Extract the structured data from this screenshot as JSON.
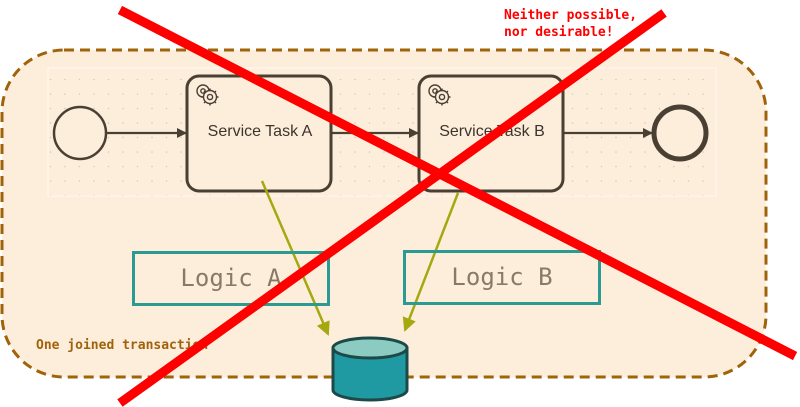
{
  "annotation": {
    "note_line1": "Neither possible,",
    "note_line2": "nor desirable!",
    "note_color": "#ff0000"
  },
  "transaction": {
    "label": "One joined transaction",
    "border_color": "#a0620a",
    "fill_color": "#fdeedc"
  },
  "process": {
    "start_event": "start-event",
    "tasks": [
      {
        "label": "Service Task A",
        "icon": "gears-icon"
      },
      {
        "label": "Service Task B",
        "icon": "gears-icon"
      }
    ],
    "end_event": "end-event",
    "stroke_color": "#4a3f33"
  },
  "logic": [
    {
      "label": "Logic A"
    },
    {
      "label": "Logic B"
    }
  ],
  "logic_color": "#2a9a92",
  "arrow_color": "#a6a810",
  "database": {
    "icon": "database-icon",
    "color": "#1f9aa3"
  },
  "cross_color": "#ff0000"
}
